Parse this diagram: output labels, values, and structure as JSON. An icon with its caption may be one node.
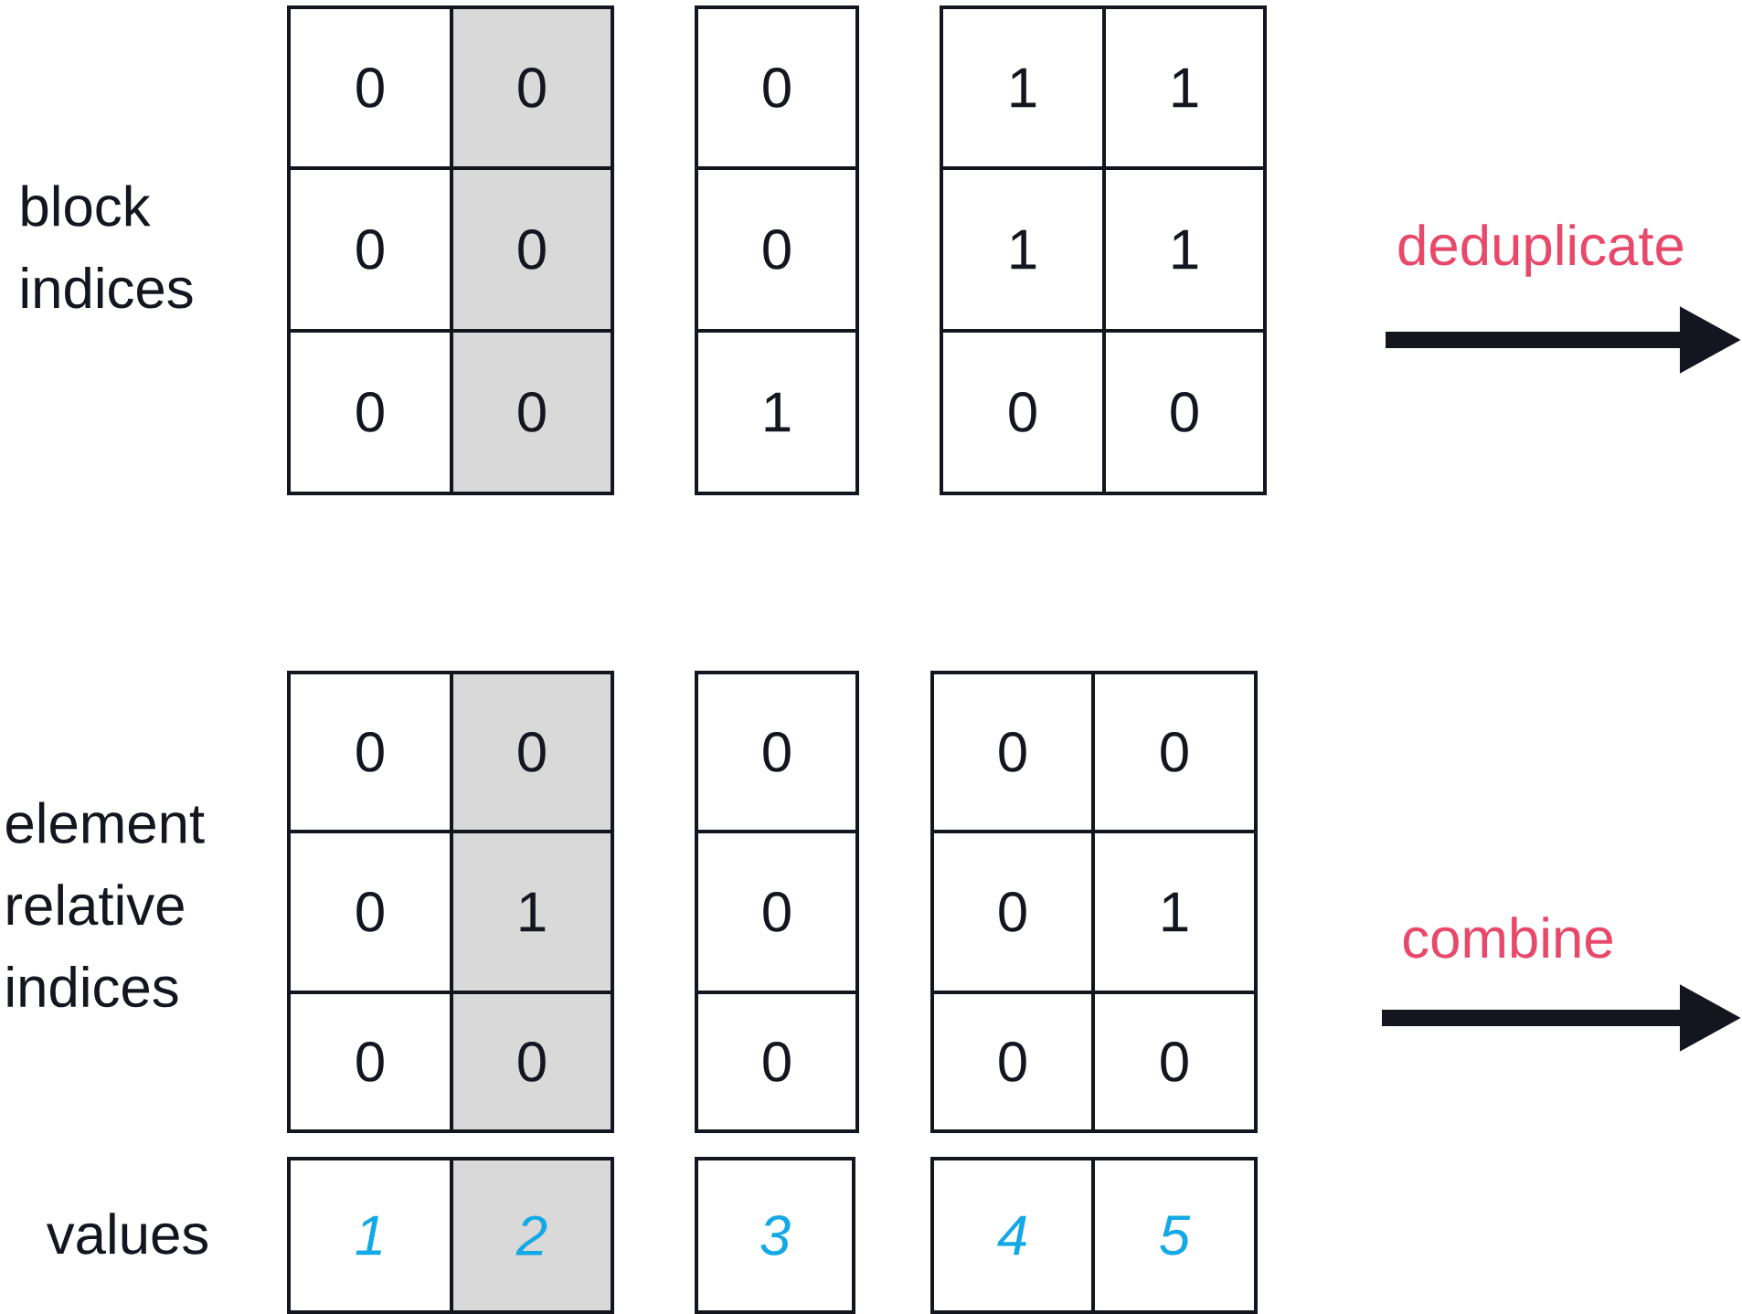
{
  "diagram": {
    "labels": [
      "block indices",
      "0",
      "0",
      "0",
      "1",
      "1",
      "0",
      "0",
      "0",
      "1",
      "1",
      "0",
      "0",
      "1",
      "0",
      "0",
      "deduplicate",
      "element relative indices",
      "0",
      "0",
      "0",
      "0",
      "0",
      "0",
      "1",
      "0",
      "0",
      "1",
      "0",
      "0",
      "0",
      "0",
      "0",
      "combine",
      "values",
      "1",
      "2",
      "3",
      "4",
      "5"
    ]
  }
}
